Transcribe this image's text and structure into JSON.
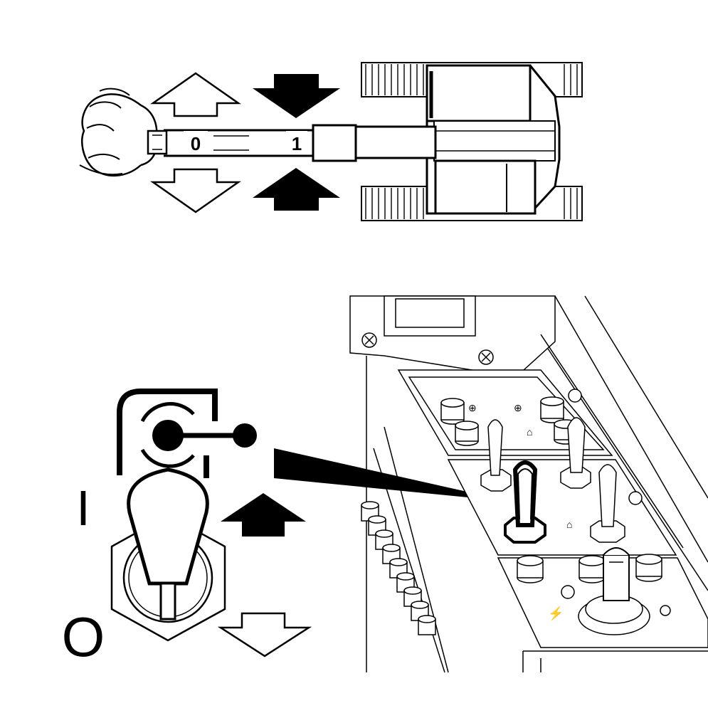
{
  "top_figure": {
    "position_off_label": "0",
    "position_on_label": "1"
  },
  "bottom_figure": {
    "switch_on_marker": "I",
    "switch_off_marker": "O"
  },
  "icons": {
    "bulldozer_blade": "bulldozer-blade-icon",
    "tracks": "crawler-track-icon",
    "engage_arrows": "solid-arrow-icon",
    "release_arrows": "hollow-arrow-icon",
    "toggle_switch": "toggle-switch-icon",
    "ignition_key": "key-icon",
    "circuit_symbol": "rotating-circuit-icon"
  },
  "colors": {
    "ink": "#000000",
    "paper": "#ffffff"
  }
}
